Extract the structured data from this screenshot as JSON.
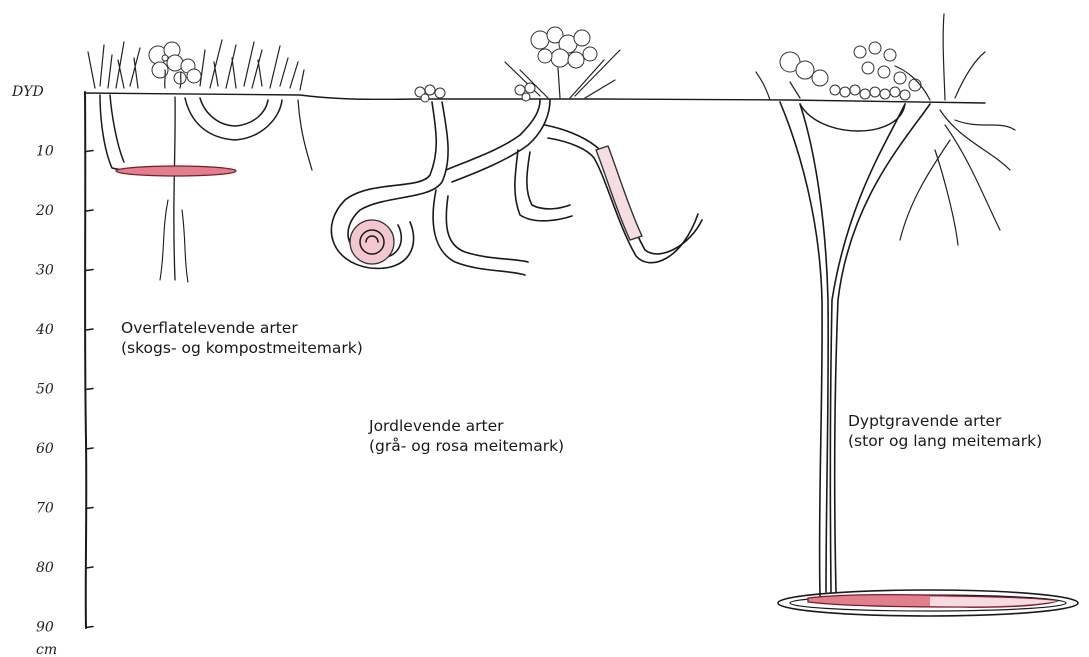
{
  "depth_axis": {
    "title": "DYD",
    "unit": "cm",
    "ticks": [
      "10",
      "20",
      "30",
      "40",
      "50",
      "60",
      "70",
      "80",
      "90"
    ]
  },
  "groups": [
    {
      "name": "Overflatelevende arter",
      "examples": "(skogs- og kompostmeitemark)"
    },
    {
      "name": "Jordlevende arter",
      "examples": "(grå- og rosa meitemark)"
    },
    {
      "name": "Dyptgravende arter",
      "examples": "(stor og lang meitemark)"
    }
  ],
  "colors": {
    "ink": "#1a1a1a",
    "worm_red": "#e0808c",
    "worm_pale": "#f6dde2",
    "background": "#ffffff"
  }
}
